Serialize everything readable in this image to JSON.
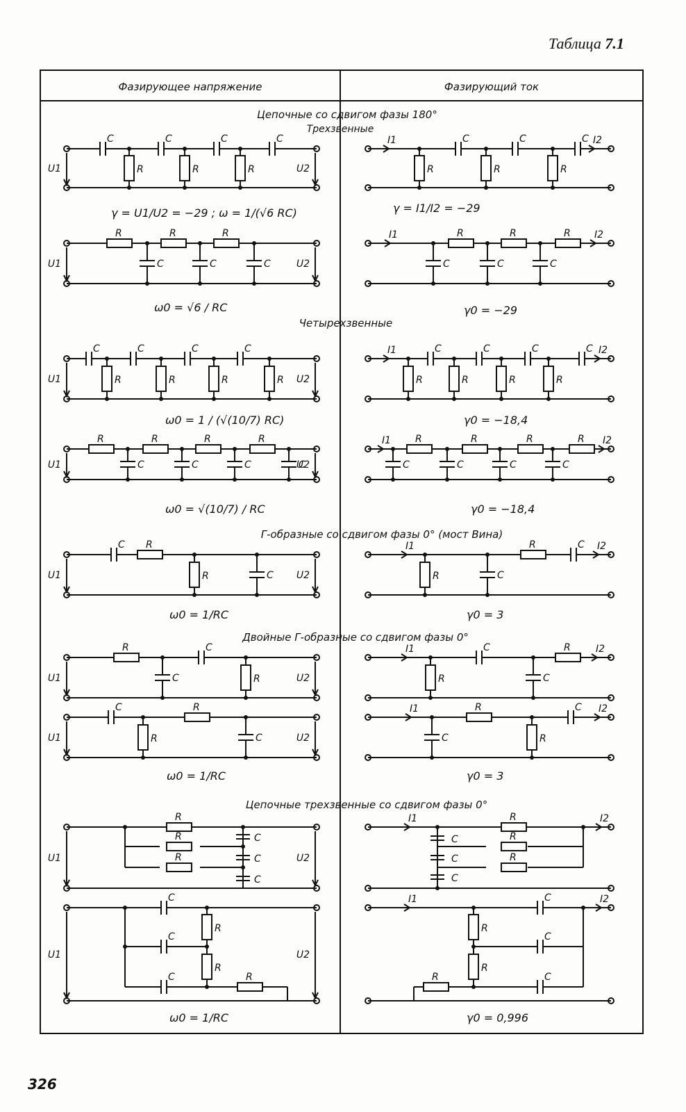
{
  "table_title": "Таблица",
  "table_number": "7.1",
  "page_number": "326",
  "headers": {
    "left": "Фазирующее напряжение",
    "right": "Фазирующий ток"
  },
  "sections": {
    "s1_title": "Цепочные со сдвигом фазы 180°",
    "s1_sub": "Трехзвенные",
    "s2_title": "Четырехзвенные",
    "s3_title": "Г-образные со сдвигом фазы 0° (мост Вина)",
    "s4_title": "Двойные Г-образные со сдвигом фазы 0°",
    "s5_title": "Цепочные трехзвенные со сдвигом фазы 0°"
  },
  "labels": {
    "C": "C",
    "R": "R",
    "U1": "U1",
    "U2": "U2",
    "I1": "I1",
    "I2": "I2"
  },
  "formulas": {
    "f1_left": "γ = U1/U2 = −29 ;  ω = 1/(√6 RC)",
    "f1_right": "γ = I1/I2 = −29",
    "f2_left": "ω0 = √6 / RC",
    "f2_right": "γ0 = −29",
    "f3_left": "ω0 = 1 / (√(10/7) RC)",
    "f3_right": "γ0 = −18,4",
    "f4_left": "ω0 = √(10/7) / RC",
    "f4_right": "γ0 = −18,4",
    "f5_left": "ω0 = 1/RC",
    "f5_right": "γ0 = 3",
    "f6_left": "ω0 = 1/RC",
    "f6_right": "γ0 = 3",
    "f7_left": "ω0 = 1/RC",
    "f7_right": "γ0 = 0,996"
  }
}
